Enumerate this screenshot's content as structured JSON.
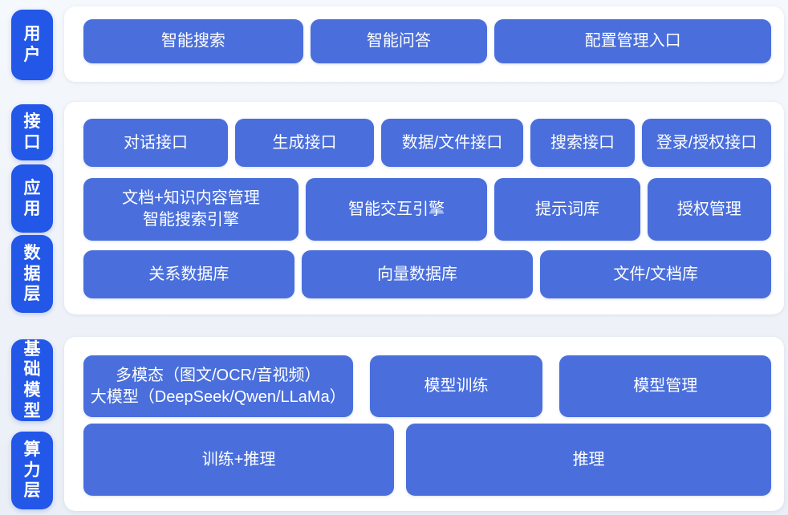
{
  "colors": {
    "label_pill": "#2257e8",
    "node_button": "#4a6fdc",
    "card_background": "#ffffff",
    "page_background": "#eef1f8",
    "text": "#ffffff"
  },
  "layers": {
    "user": {
      "label": "用户",
      "nodes": {
        "smart_search": "智能搜索",
        "smart_qa": "智能问答",
        "config_entry": "配置管理入口"
      }
    },
    "interface": {
      "label": "接口",
      "nodes": {
        "dialog_api": "对话接口",
        "generation_api": "生成接口",
        "data_file_api": "数据/文件接口",
        "search_api": "搜索接口",
        "login_auth_api": "登录/授权接口"
      }
    },
    "application": {
      "label": "应用",
      "nodes": {
        "doc_knowledge_engine": "文档+知识内容管理\n智能搜索引擎",
        "interaction_engine": "智能交互引擎",
        "prompt_library": "提示词库",
        "auth_management": "授权管理"
      }
    },
    "data": {
      "label": "数据层",
      "nodes": {
        "relational_db": "关系数据库",
        "vector_db": "向量数据库",
        "file_doc_store": "文件/文档库"
      }
    },
    "foundation_model": {
      "label": "基础模型",
      "nodes": {
        "multimodal_llm": "多模态（图文/OCR/音视频）\n大模型（DeepSeek/Qwen/LLaMa）",
        "model_training": "模型训练",
        "model_management": "模型管理"
      }
    },
    "compute": {
      "label": "算力层",
      "nodes": {
        "training_inference": "训练+推理",
        "inference": "推理"
      }
    }
  }
}
